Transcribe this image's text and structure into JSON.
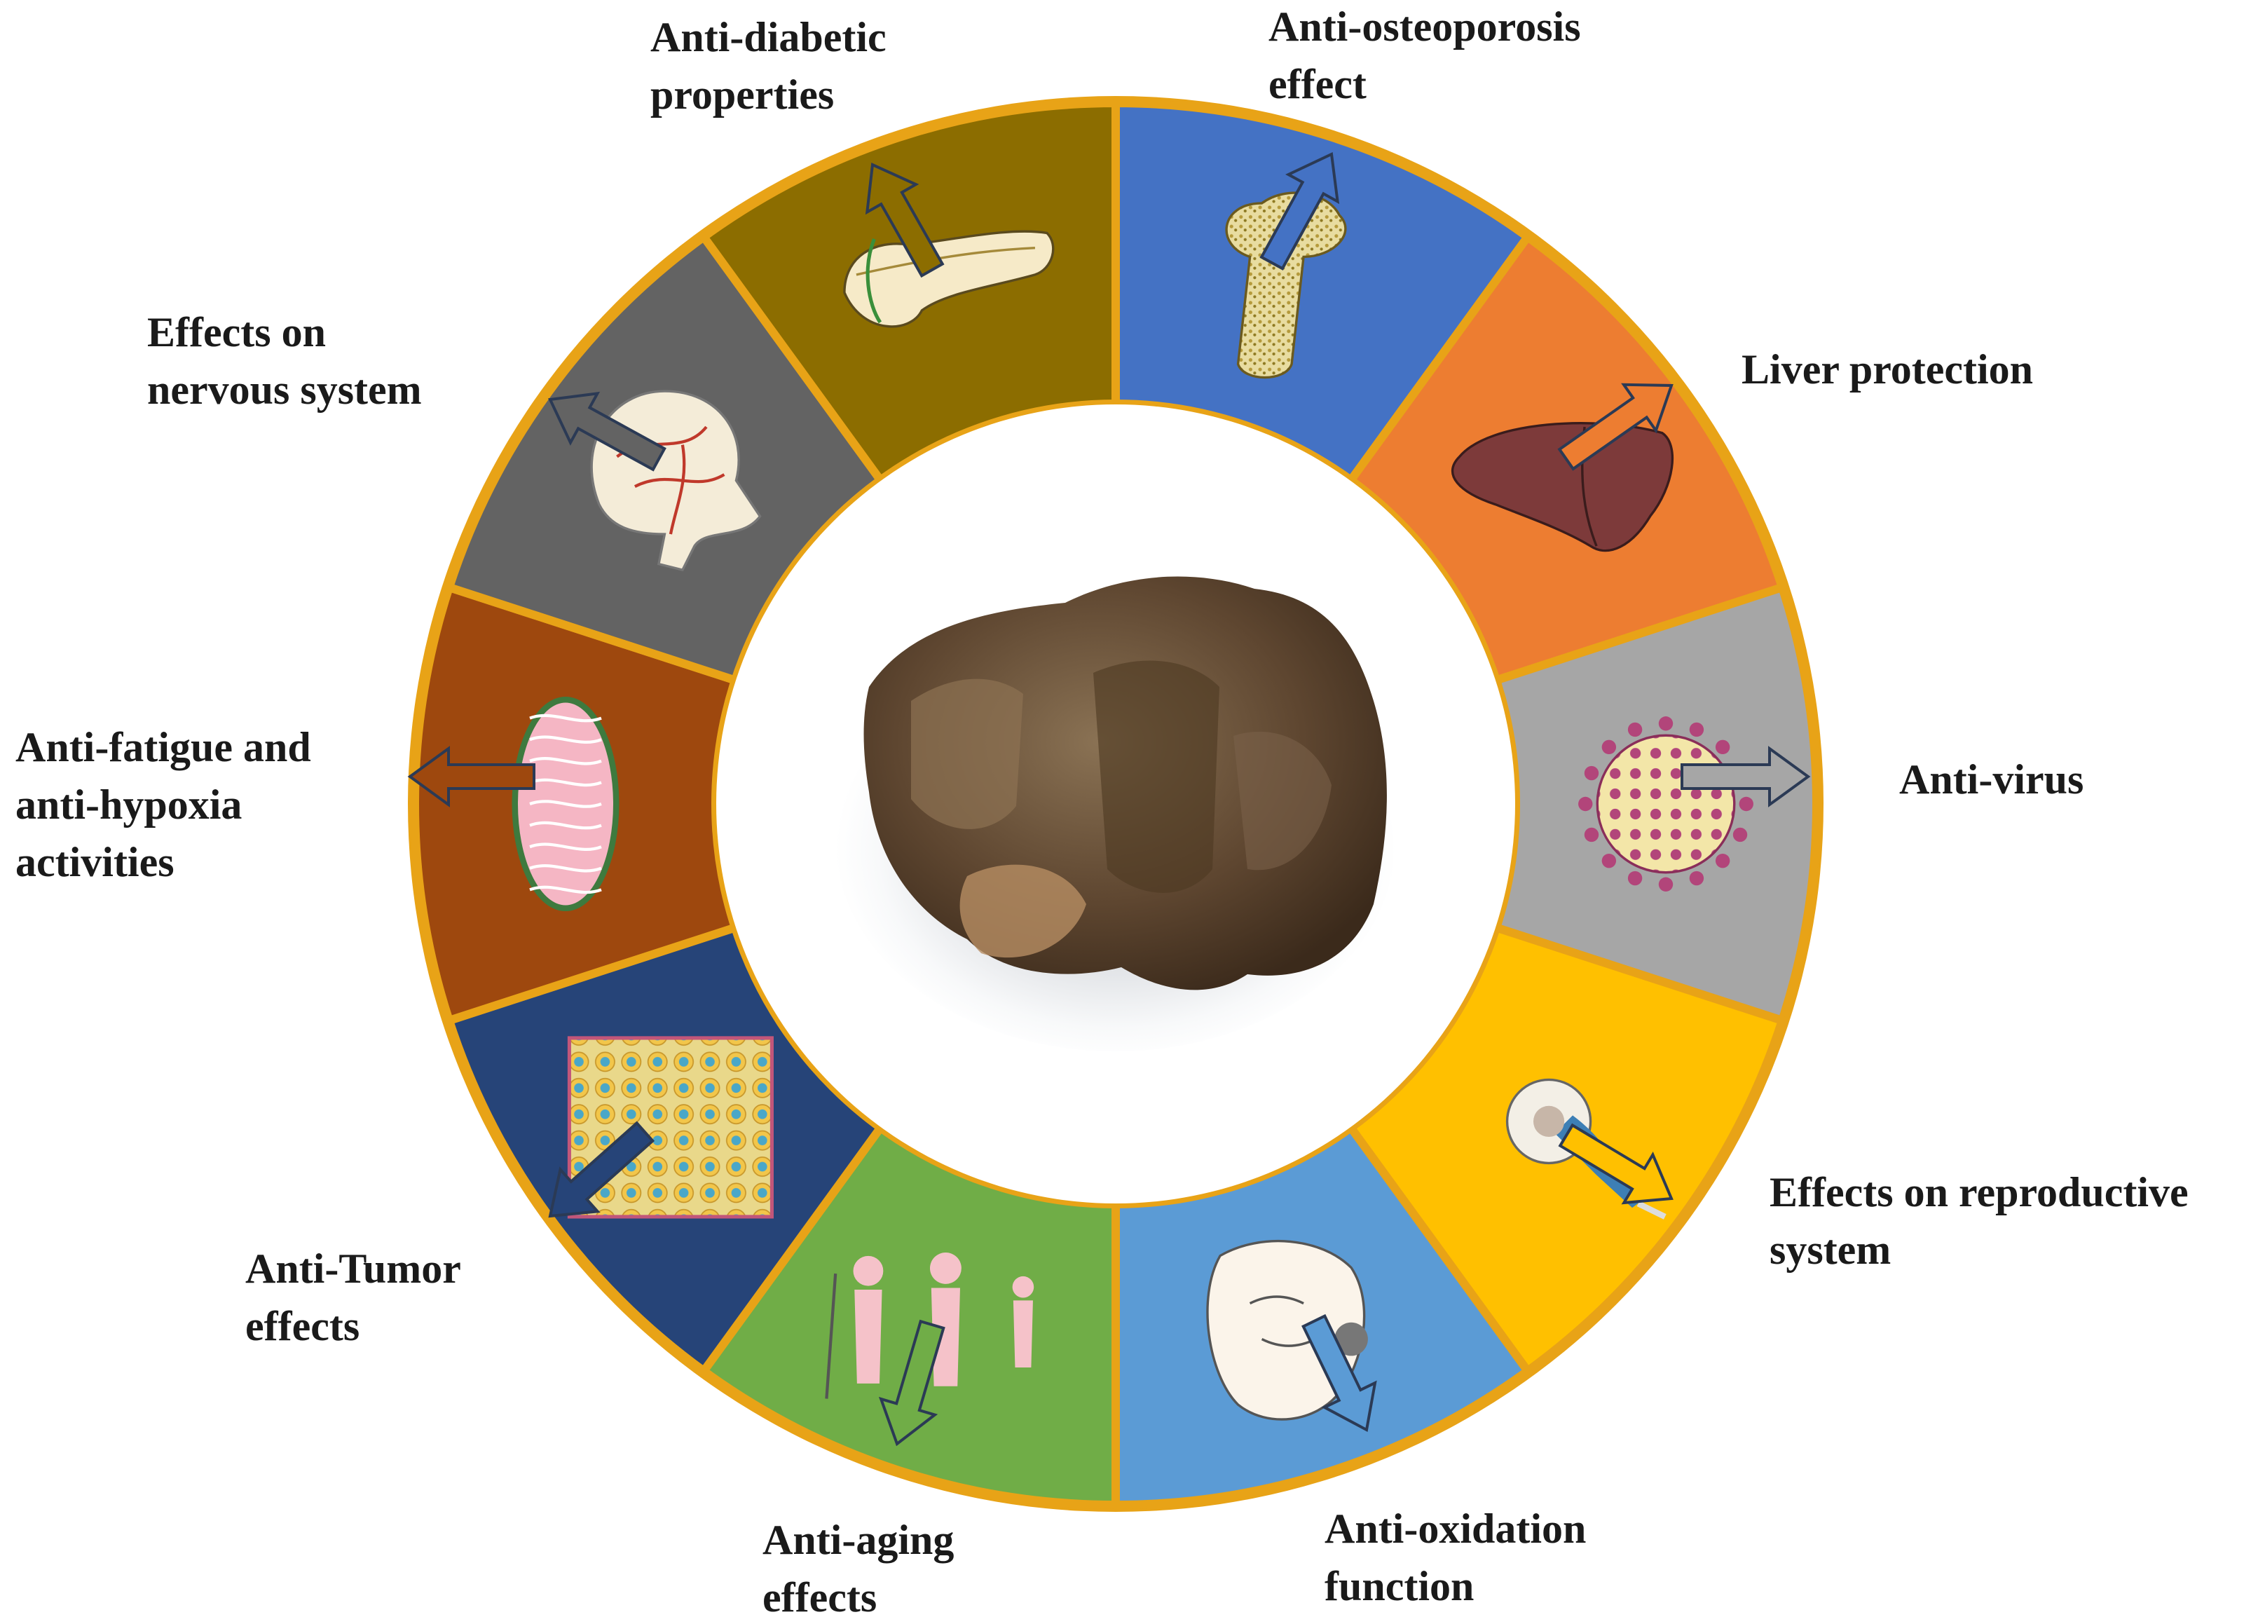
{
  "segment_colors": {
    "anti_diabetic": "#8C6D00",
    "anti_osteoporosis": "#4472C4",
    "liver": "#ED7D31",
    "anti_virus": "#A6A6A6",
    "reproductive": "#FFC000",
    "anti_oxidation": "#5B9BD5",
    "anti_aging": "#70AD47",
    "anti_tumor": "#264478",
    "anti_fatigue": "#9E480E",
    "nervous": "#636363",
    "ring_border": "#E8A317"
  },
  "icons": {
    "anti_diabetic": "pancreas-icon",
    "anti_osteoporosis": "bone-icon",
    "liver": "liver-icon",
    "anti_virus": "virus-icon",
    "reproductive": "sperm-egg-icon",
    "anti_oxidation": "aging-face-icon",
    "anti_aging": "human-lifecycle-icon",
    "anti_tumor": "tumor-cells-icon",
    "anti_fatigue": "mitochondria-icon",
    "nervous": "brain-nerves-icon",
    "center": "agarwood-photo"
  },
  "labels": {
    "anti_diabetic": [
      "Anti-diabetic",
      "properties"
    ],
    "anti_osteoporosis": [
      "Anti-osteoporosis",
      "effect"
    ],
    "liver": [
      "Liver protection"
    ],
    "anti_virus": [
      "Anti-virus"
    ],
    "reproductive": [
      "Effects on reproductive",
      "system"
    ],
    "anti_oxidation": [
      "Anti-oxidation",
      "function"
    ],
    "anti_aging": [
      "Anti-aging",
      "effects"
    ],
    "anti_tumor": [
      "Anti-Tumor",
      "effects"
    ],
    "anti_fatigue": [
      "Anti-fatigue and",
      "anti-hypoxia",
      "activities"
    ],
    "nervous": [
      "Effects on",
      "nervous system"
    ]
  }
}
